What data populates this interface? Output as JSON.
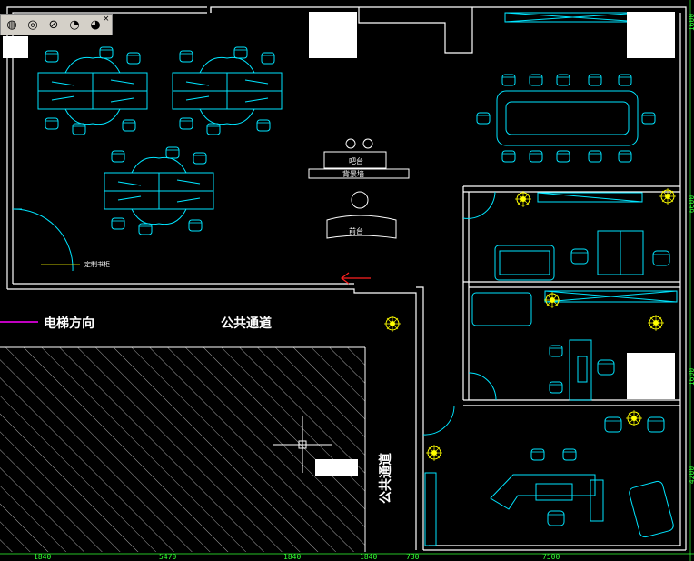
{
  "toolbar": {
    "buttons": [
      {
        "name": "view-cube-add-icon"
      },
      {
        "name": "view-cube-remove-icon"
      },
      {
        "name": "no-view-icon"
      },
      {
        "name": "view-3d-icon"
      },
      {
        "name": "view-orbit-icon"
      }
    ],
    "close_label": "×"
  },
  "labels": {
    "elevator_direction": "电梯方向",
    "public_corridor_top": "公共通道",
    "public_corridor_vertical": "公共通道",
    "reception_bar": "吧台",
    "background_wall": "背景墙",
    "front_desk": "前台",
    "custom_bookcase": "定制书柜"
  },
  "dimensions": {
    "bottom": [
      "1840",
      "5470",
      "1840",
      "1840",
      "730",
      "7500"
    ],
    "right": [
      "1600",
      "6600",
      "1600",
      "4200"
    ]
  },
  "colors": {
    "furniture": "#00e5ff",
    "walls": "#ffffff",
    "dimension": "#33ff33",
    "arrow": "#ff2020",
    "elevator_line": "#ff00ff",
    "plant": "#ffff00"
  }
}
